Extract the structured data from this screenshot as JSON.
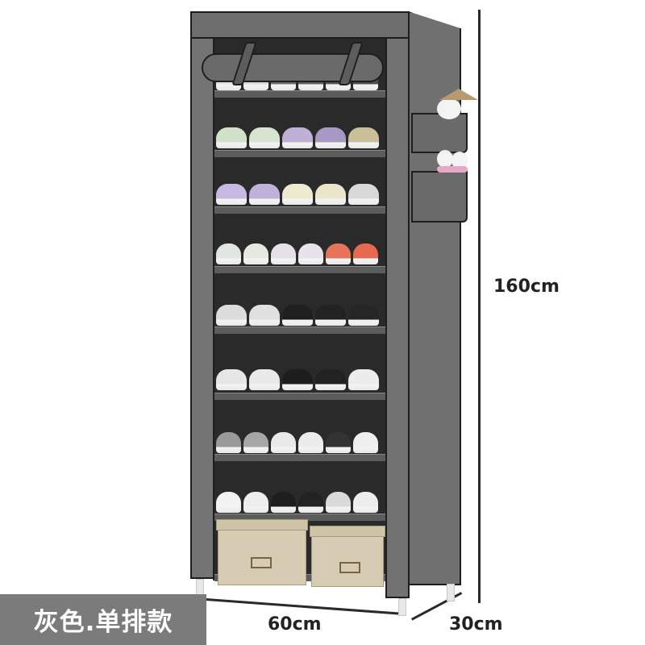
{
  "product": {
    "type": "10-tier fabric shoe rack with side pockets",
    "variant_label": "灰色.单排款",
    "colors": {
      "fabric": "#707070",
      "frame_outline": "#1e1e1e",
      "interior": "#2a2a2a",
      "storage_box": "#d6cbb3",
      "label_bg": "#7b7b7b",
      "label_text": "#ffffff"
    }
  },
  "dimensions": {
    "height": "160cm",
    "width": "60cm",
    "depth": "30cm"
  },
  "shelves": [
    {
      "tier": 1,
      "shoes": [
        "#e0e0e0",
        "#d8d8d8",
        "#6b6b6b",
        "#5f5f5f",
        "#555",
        "#4c4c4c"
      ]
    },
    {
      "tier": 2,
      "shoes": [
        "#cfe3c8",
        "#d6e4cf",
        "#bfb0d8",
        "#a898c4",
        "#cbbf9a"
      ]
    },
    {
      "tier": 3,
      "shoes": [
        "#c7b9e3",
        "#bfb1dc",
        "#eeead2",
        "#ebe6cb",
        "#d9d9d9"
      ]
    },
    {
      "tier": 4,
      "shoes": [
        "#dfe7e0",
        "#e4eadf",
        "#e6e0e8",
        "#e8e2ea",
        "#e6735a",
        "#e86a4e"
      ]
    },
    {
      "tier": 5,
      "shoes": [
        "#dcdcdc",
        "#e0e0e0",
        "#1f1f1f",
        "#222222",
        "#262626"
      ]
    },
    {
      "tier": 6,
      "shoes": [
        "#e6e6e6",
        "#e9e9e9",
        "#1d1d1d",
        "#222222",
        "#ececec"
      ]
    },
    {
      "tier": 7,
      "shoes": [
        "#9a9a9a",
        "#a6a6a6",
        "#e9e9e9",
        "#ececec",
        "#333333",
        "#f0f0f0"
      ]
    },
    {
      "tier": 8,
      "shoes": [
        "#f2f2f2",
        "#eeeeee",
        "#1e1e1e",
        "#222222",
        "#dadada",
        "#ededed"
      ]
    }
  ],
  "storage_boxes": 2,
  "side_pockets": 2
}
